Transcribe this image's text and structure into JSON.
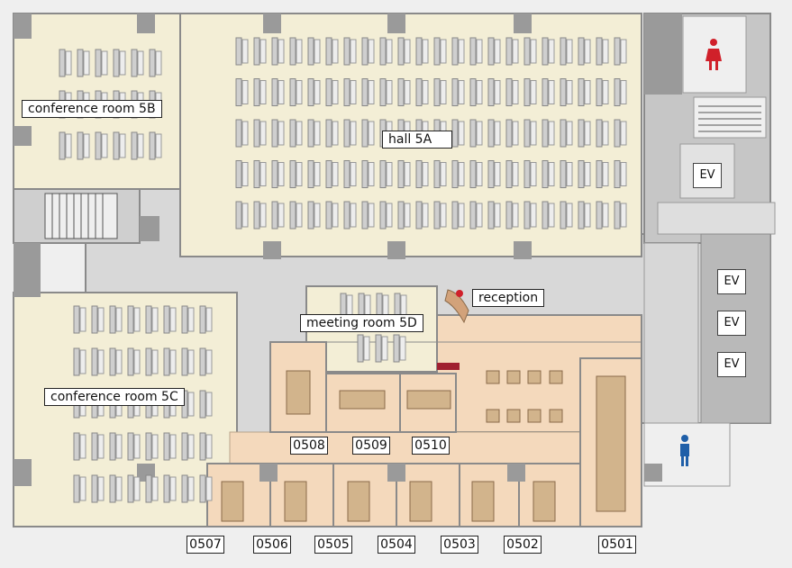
{
  "rooms": {
    "hall_5a": "hall 5A",
    "conference_5b": "conference room 5B",
    "conference_5c": "conference room 5C",
    "meeting_5d": "meeting room 5D",
    "reception": "reception"
  },
  "room_numbers": [
    "0501",
    "0502",
    "0503",
    "0504",
    "0505",
    "0506",
    "0507",
    "0508",
    "0509",
    "0510"
  ],
  "elevators": [
    "EV",
    "EV",
    "EV",
    "EV"
  ],
  "icons": [
    "women-restroom-icon",
    "men-restroom-icon"
  ],
  "colors": {
    "room_fill": "#f3eed6",
    "office_fill": "#f4d9bc",
    "wall": "#8a8a8a",
    "core": "#c9c9c9",
    "women": "#d0202a",
    "men": "#1f5fa8"
  }
}
